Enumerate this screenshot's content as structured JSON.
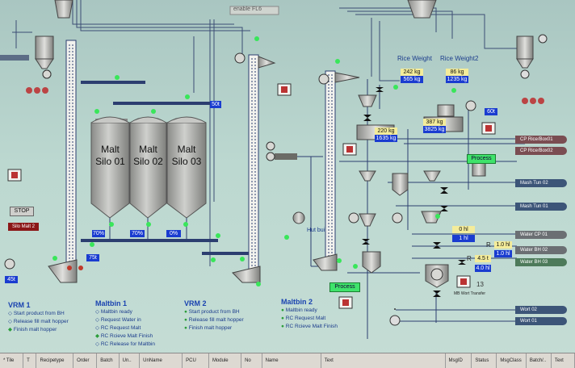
{
  "header": {
    "enable_label": "enable FL6"
  },
  "silos": [
    {
      "line1": "Malt",
      "line2": "Silo 01",
      "pct": "70%"
    },
    {
      "line1": "Malt",
      "line2": "Silo 02",
      "pct": "70%"
    },
    {
      "line1": "Malt",
      "line2": "Silo 03",
      "pct": "0%"
    }
  ],
  "values": {
    "top_right_50": "50t",
    "left_45": "45t",
    "bin_75": "75t",
    "right_60": "60t",
    "hut_label": "Hut bui"
  },
  "rice_weight": {
    "label1": "Rice Weight",
    "label2": "Rice Weight2",
    "w1_target": "242 kg",
    "w1_actual": "565 kg",
    "w2_target": "86 kg",
    "w2_actual": "1235 kg",
    "scale_a_target": "220 kg",
    "scale_a_actual": "1635 kg",
    "scale_b_target": "387 kg",
    "scale_b_actual": "3825 kg"
  },
  "tanks": {
    "t0": "0 hl",
    "t1": "1 hl",
    "r1_label": "R",
    "r1_val": "1.0 hl",
    "r2_label": "R",
    "r2_val": "4.5 t",
    "t10": "1.0 hl",
    "t40": "4.0 hl",
    "vessel_13": "13",
    "mill_label": "MB Wort Transfer"
  },
  "buttons": {
    "stop": "STOP",
    "silo_malt": "Silo Malt 2",
    "process1": "Process",
    "process2": "Process"
  },
  "outlets": [
    "CP Rice/Box01",
    "CP Rice/Box02",
    "Mash Tun 02",
    "Mash Tun 01",
    "Water CP 01",
    "Water BH 02",
    "Water BH 03",
    "Wort 02",
    "Wort 01"
  ],
  "legends": {
    "vrm1": {
      "title": "VRM 1",
      "items": [
        "Start product from BH",
        "Release fill malt hopper",
        "Finish malt hopper"
      ]
    },
    "maltbin1": {
      "title": "Maltbin 1",
      "items": [
        "Maltbin ready",
        "Request Water in",
        "RC Request Malt",
        "RC Rcieve Malt Finish",
        "RC Release for Maltbin"
      ]
    },
    "vrm2": {
      "title": "VRM 2",
      "items": [
        "Start product from BH",
        "Release fill malt hopper",
        "Finish malt hopper"
      ]
    },
    "maltbin2": {
      "title": "Maltbin 2",
      "items": [
        "Maltbin ready",
        "RC Request Malt",
        "RC Rcieve Malt Finish"
      ]
    }
  },
  "statusbar": [
    "* Tile",
    "T",
    "Recipetype",
    "Order",
    "Batch",
    "Un..",
    "UnName",
    "PCU",
    "Module",
    "No",
    "Name",
    "Text",
    "MsgID",
    "Status",
    "MsgClass",
    "Batch/..",
    "Text"
  ],
  "colors": {
    "pipe": "#243b73",
    "silo": "#a9aaa6",
    "box_blue": "#1a3cd0",
    "box_yellow": "#f4ec9a",
    "background": "#bcd8d0"
  }
}
